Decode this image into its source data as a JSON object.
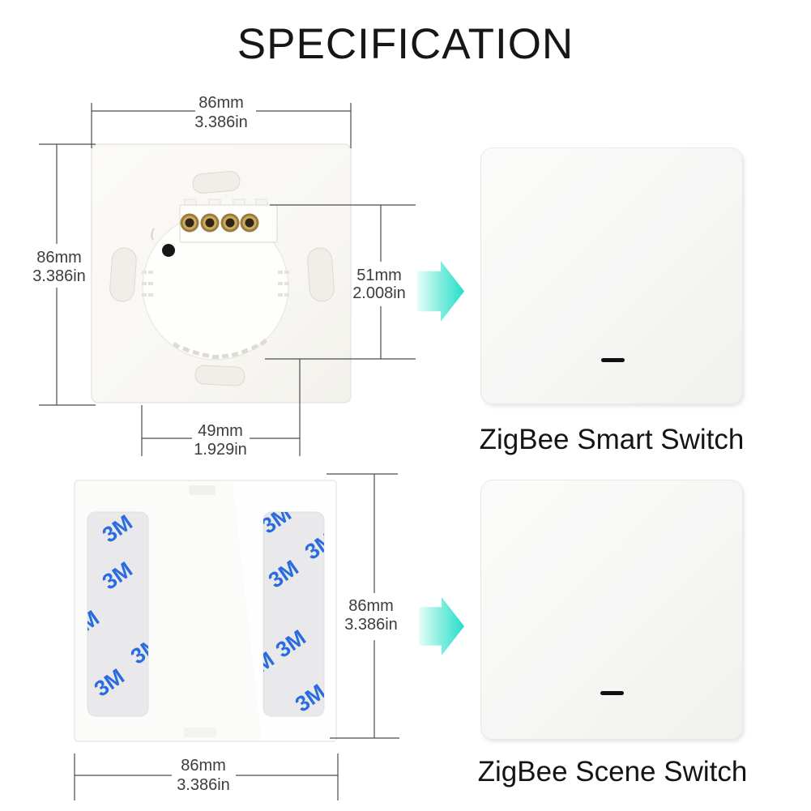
{
  "title": "SPECIFICATION",
  "back_view": {
    "dim_width": {
      "mm": "86mm",
      "in": "3.386in"
    },
    "dim_height": {
      "mm": "86mm",
      "in": "3.386in"
    },
    "dim_module_height": {
      "mm": "51mm",
      "in": "2.008in"
    },
    "dim_module_width": {
      "mm": "49mm",
      "in": "1.929in"
    }
  },
  "adhesive_view": {
    "dim_height": {
      "mm": "86mm",
      "in": "3.386in"
    },
    "dim_width": {
      "mm": "86mm",
      "in": "3.386in"
    },
    "adhesive_brand": "3M"
  },
  "products": [
    {
      "label": "ZigBee Smart Switch"
    },
    {
      "label": "ZigBee Scene Switch"
    }
  ],
  "colors": {
    "accent_cyan": "#23ddcb",
    "adhesive_blue": "#2a6cde"
  }
}
